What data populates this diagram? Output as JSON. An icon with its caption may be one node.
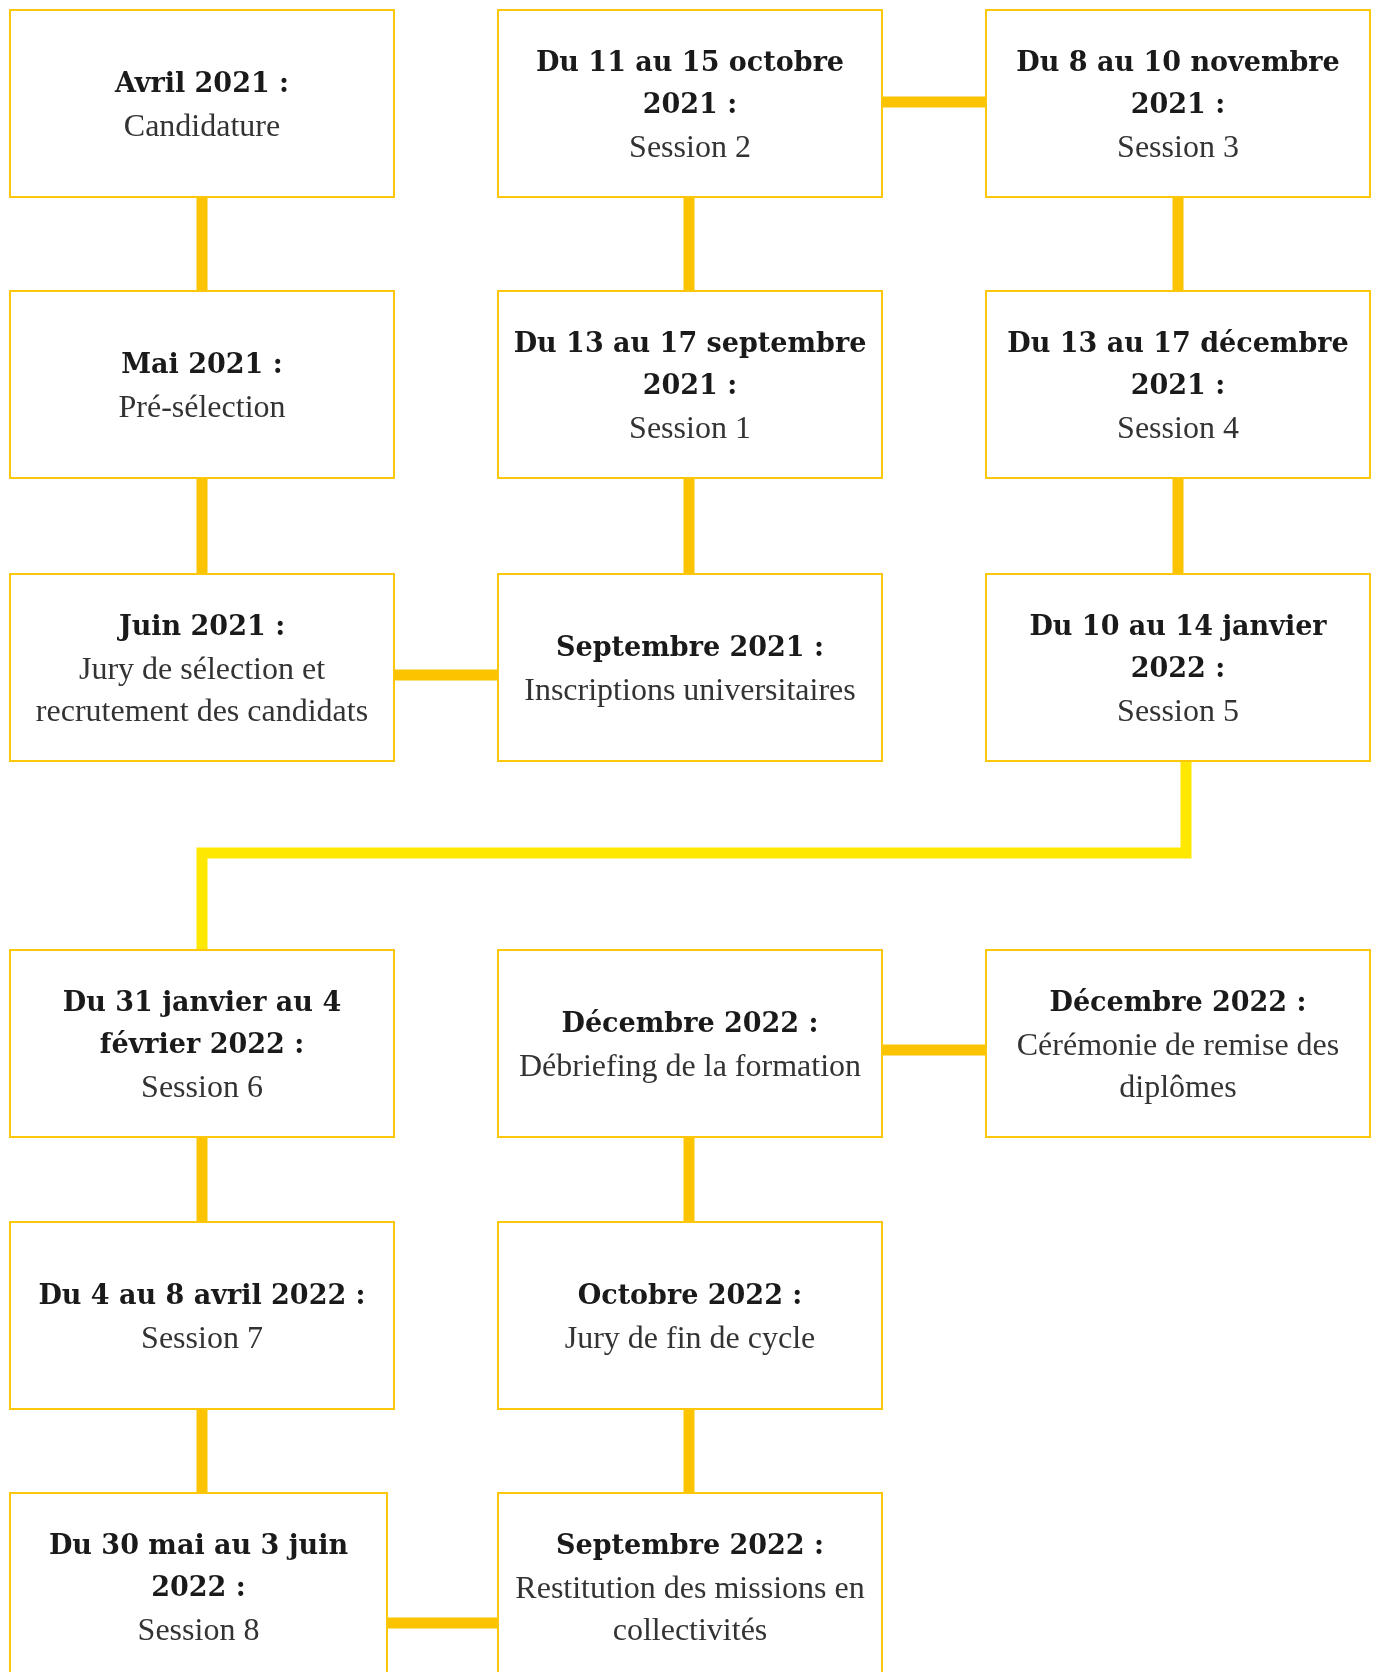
{
  "diagram": {
    "nodes": [
      {
        "text": [
          "Avril 2021 :",
          "Candidature"
        ]
      },
      {
        "text": [
          "Du 11 au 15 octobre 2021 :",
          "Session 2"
        ]
      },
      {
        "text": [
          "Du 8 au 10 novembre 2021 :",
          "Session 3"
        ]
      },
      {
        "text": [
          "Mai 2021 :",
          "Pré-sélection"
        ]
      },
      {
        "text": [
          "Du 13 au 17 septembre 2021 :",
          "Session 1"
        ]
      },
      {
        "text": [
          "Du 13 au 17 décembre 2021 :",
          "Session 4"
        ]
      },
      {
        "text": [
          "Juin 2021 :",
          "Jury de sélection et recrutement des candidats"
        ]
      },
      {
        "text": [
          "Septembre 2021 :",
          "Inscriptions universitaires"
        ]
      },
      {
        "text": [
          "Du 10 au 14 janvier 2022 :",
          "Session 5"
        ]
      },
      {
        "text": [
          "Du 31 janvier au 4 février 2022 :",
          "Session 6"
        ]
      },
      {
        "text": [
          "Décembre 2022 :",
          "Débriefing de la formation"
        ]
      },
      {
        "text": [
          "Décembre 2022 :",
          "Cérémonie de remise des diplômes"
        ]
      },
      {
        "text": [
          "Du 4 au 8 avril 2022 :",
          "Session 7"
        ]
      },
      {
        "text": [
          "Octobre 2022 :",
          "Jury de fin de cycle"
        ]
      },
      {
        "text": [
          "Du 30 mai au 3 juin 2022 :",
          "Session 8"
        ]
      },
      {
        "text": [
          "Septembre 2022 :",
          "Restitution des missions en collectivités"
        ]
      }
    ],
    "edges": [
      {
        "from": 0,
        "to": 3,
        "arrow": "none"
      },
      {
        "from": 3,
        "to": 6,
        "arrow": "none"
      },
      {
        "from": 6,
        "to": 7,
        "arrow": "none"
      },
      {
        "from": 7,
        "to": 4,
        "arrow": "none"
      },
      {
        "from": 4,
        "to": 1,
        "arrow": "none"
      },
      {
        "from": 1,
        "to": 2,
        "arrow": "none"
      },
      {
        "from": 2,
        "to": 5,
        "arrow": "none"
      },
      {
        "from": 5,
        "to": 8,
        "arrow": "none"
      },
      {
        "from": 8,
        "to": 9,
        "arrow": "none",
        "color": "#ffe800"
      },
      {
        "from": 9,
        "to": 12,
        "arrow": "none"
      },
      {
        "from": 12,
        "to": 14,
        "arrow": "none"
      },
      {
        "from": 14,
        "to": 15,
        "arrow": "none"
      },
      {
        "from": 15,
        "to": 13,
        "arrow": "none"
      },
      {
        "from": 13,
        "to": 10,
        "arrow": "none"
      },
      {
        "from": 10,
        "to": 11,
        "arrow": "none"
      }
    ]
  }
}
